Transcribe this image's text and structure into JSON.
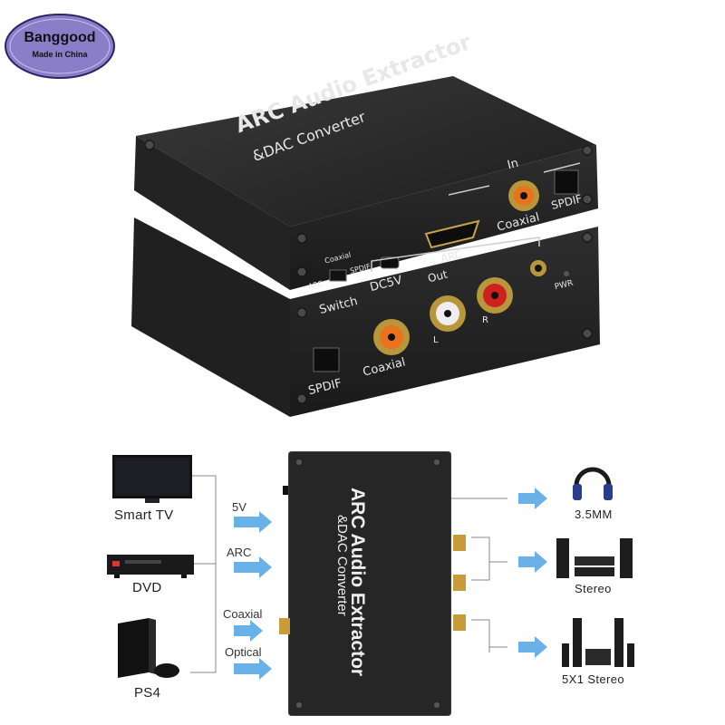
{
  "brand_badge": {
    "name": "Banggood",
    "subtitle": "Made in China"
  },
  "product_photo": {
    "top_title": "ARC Audio Extractor",
    "top_subtitle": "&DAC Converter",
    "front_labels": {
      "in": "In",
      "coaxial_in": "Coaxial",
      "spdif_in": "SPDIF",
      "arc": "ARC",
      "coaxial_switch_opt": "Coaxial",
      "arc_switch_opt": "ARC",
      "spdif_switch_opt": "SPDIF",
      "switch": "Switch",
      "dc5v": "DC5V",
      "out": "Out",
      "l": "L",
      "r": "R",
      "pwr": "PWR",
      "coaxial_out": "Coaxial",
      "spdif_out": "SPDIF"
    }
  },
  "diagram": {
    "sources": [
      "Smart TV",
      "DVD",
      "PS4"
    ],
    "inputs": [
      "5V",
      "ARC",
      "Coaxial",
      "Optical"
    ],
    "device_title": "ARC Audio Extractor",
    "device_subtitle": "&DAC Converter",
    "outputs": [
      "3.5MM",
      "Stereo",
      "5X1 Stereo"
    ]
  },
  "colors": {
    "arrow": "#5aa8e6",
    "device": "#262626",
    "badge": "#8a7ec8",
    "gold": "#c89c3a",
    "rca_orange": "#e8731c",
    "rca_red": "#cf1f1f"
  }
}
